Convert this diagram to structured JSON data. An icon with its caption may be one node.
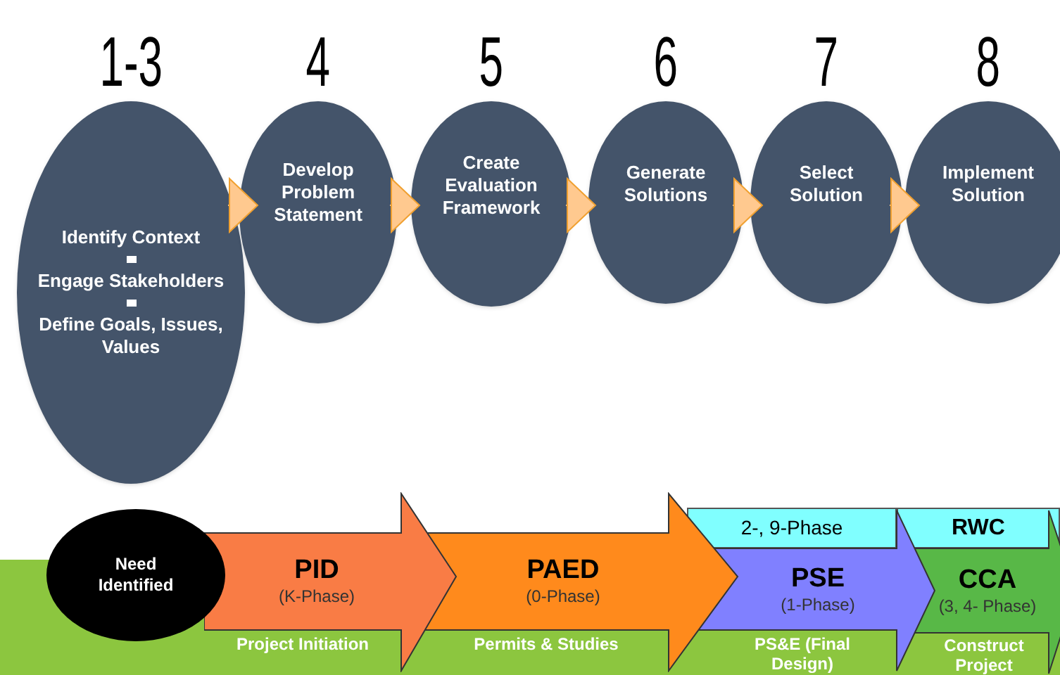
{
  "diagram": {
    "nodes": [
      {
        "text": [
          "1-3",
          "Identify Context",
          "Engage Stakeholders",
          "Define Goals, Issues, Values"
        ]
      },
      {
        "text": [
          "4",
          "Develop Problem Statement"
        ]
      },
      {
        "text": [
          "5",
          "Create Evaluation Framework"
        ]
      },
      {
        "text": [
          "6",
          "Generate Solutions"
        ]
      },
      {
        "text": [
          "7",
          "Select Solution"
        ]
      },
      {
        "text": [
          "8",
          "Implement Solution"
        ]
      },
      {
        "text": [
          "Need Identified"
        ]
      },
      {
        "text": [
          "PID",
          "(K-Phase)"
        ],
        "beside": [
          "Project Initiation"
        ]
      },
      {
        "text": [
          "PAED",
          "(0-Phase)"
        ],
        "beside": [
          "Permits & Studies"
        ]
      },
      {
        "text": [
          "2-, 9-Phase"
        ]
      },
      {
        "text": [
          "PSE",
          "(1-Phase)"
        ],
        "beside": [
          "PS&E (Final Design)"
        ]
      },
      {
        "text": [
          "RWC"
        ]
      },
      {
        "text": [
          "CCA",
          "(3, 4- Phase)"
        ],
        "beside": [
          "Construct Project"
        ]
      }
    ],
    "edges": [
      {
        "from": 0,
        "to": 1,
        "arrow": "to"
      },
      {
        "from": 1,
        "to": 2,
        "arrow": "to"
      },
      {
        "from": 2,
        "to": 3,
        "arrow": "to"
      },
      {
        "from": 3,
        "to": 4,
        "arrow": "to"
      },
      {
        "from": 4,
        "to": 5,
        "arrow": "to"
      }
    ]
  }
}
